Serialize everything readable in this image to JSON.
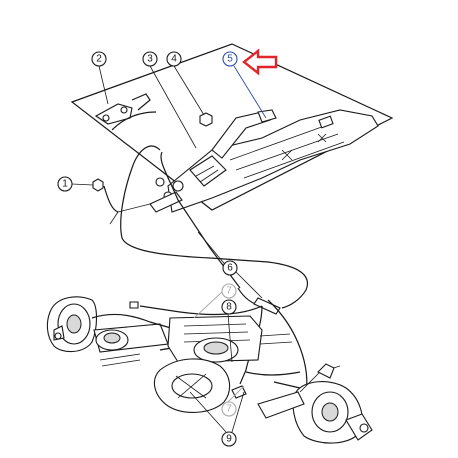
{
  "callouts": {
    "c1": "1",
    "c2": "2",
    "c3": "3",
    "c4": "4",
    "c5": "5",
    "c6": "6",
    "c7a": "7",
    "c7b": "7",
    "c8": "8",
    "c9": "9"
  },
  "colors": {
    "arrow": "#e0262c",
    "leader_blue": "#2f4fa8",
    "faded_callout": "#a8a8a8",
    "line": "#1a1a1a"
  },
  "icons": {
    "highlight_arrow": "left-pointing-red-outline-arrow"
  }
}
